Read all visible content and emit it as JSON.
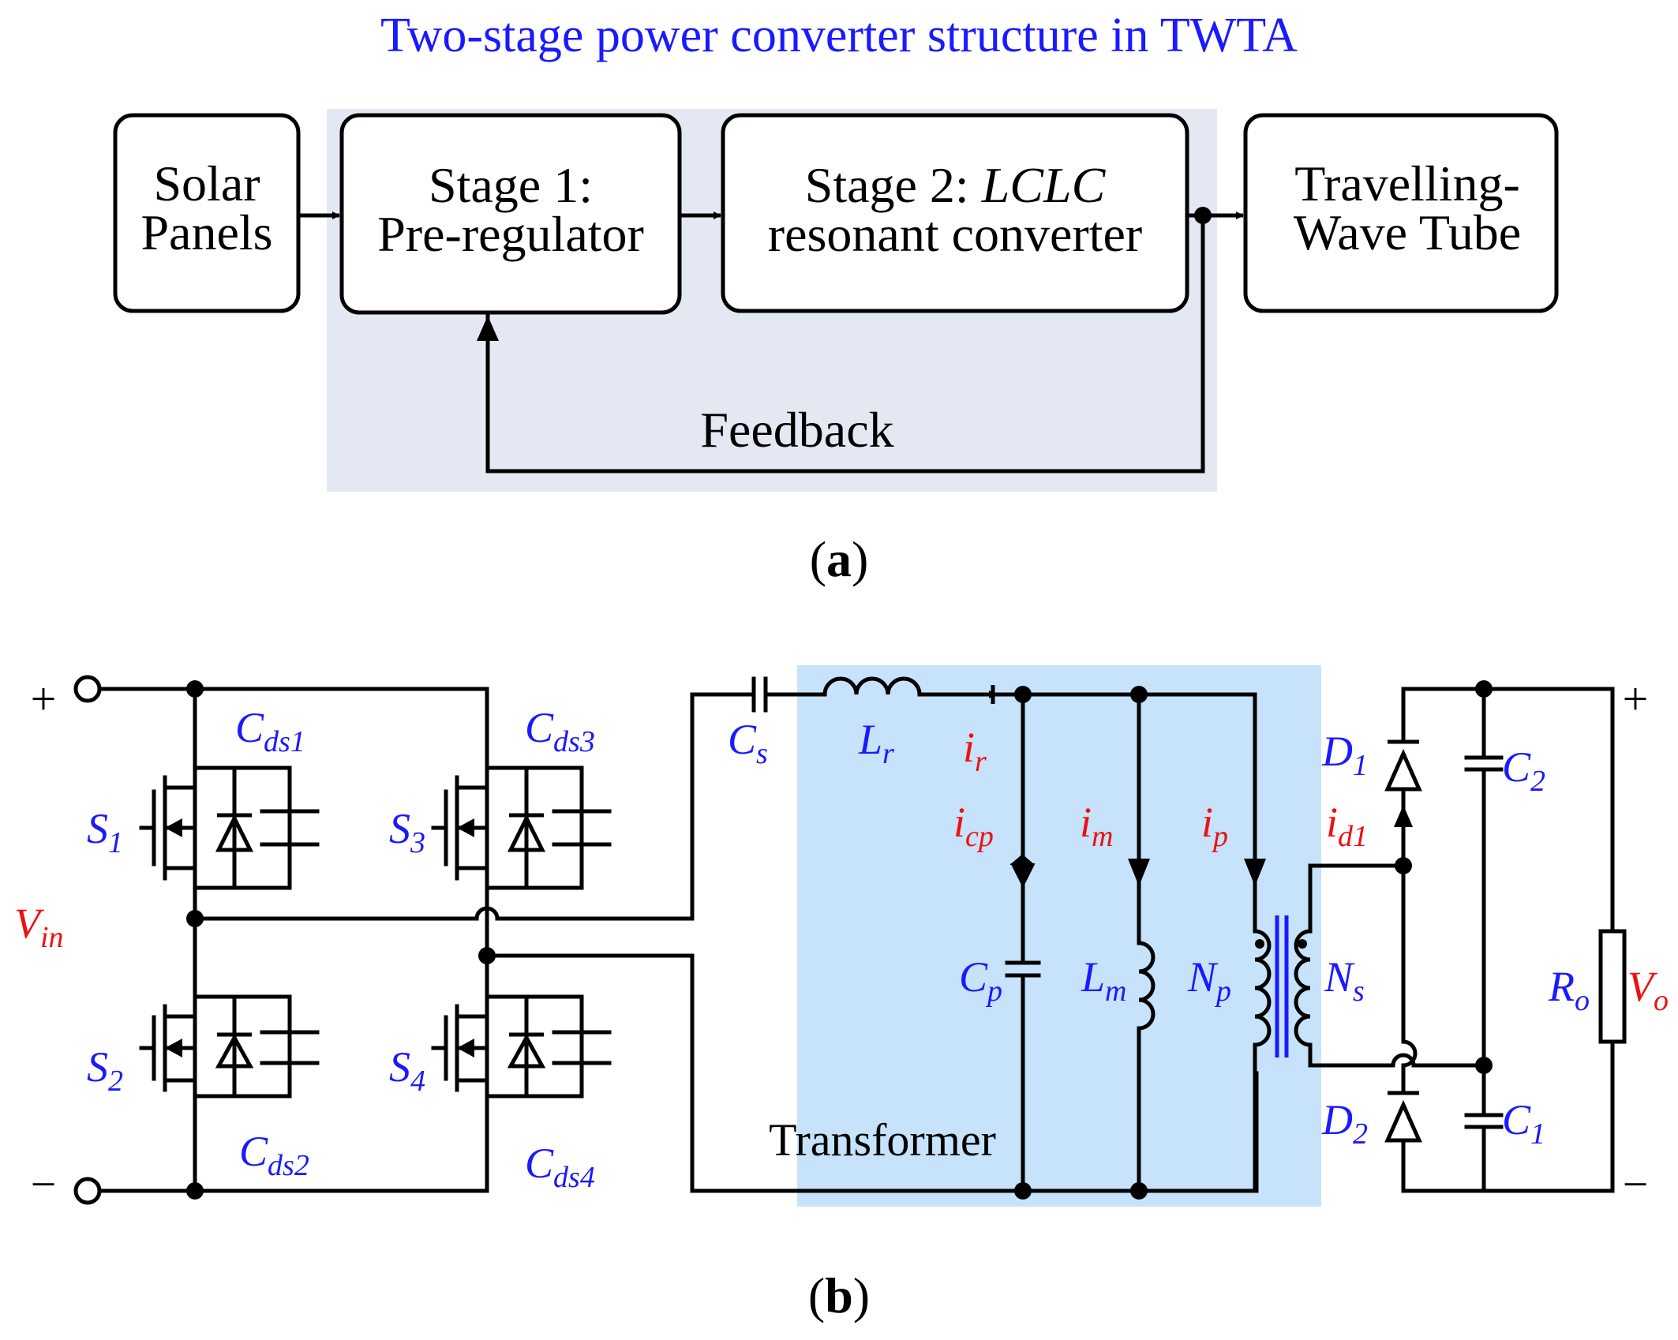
{
  "part_a": {
    "title": "Two-stage power converter structure in TWTA",
    "blocks": {
      "solar": [
        "Solar",
        "Panels"
      ],
      "stage1": [
        "Stage 1:",
        "Pre-regulator"
      ],
      "stage2_prefix": "Stage 2: ",
      "stage2_italic": "LCLC",
      "stage2_line2": "resonant converter",
      "twt": [
        "Travelling-",
        "Wave Tube"
      ]
    },
    "feedback_label": "Feedback",
    "caption_open": "(",
    "caption_letter": "a",
    "caption_close": ")"
  },
  "part_b": {
    "transformer_label": "Transformer",
    "plus": "+",
    "minus": "−",
    "labels": {
      "vin": [
        "V",
        "in"
      ],
      "vo": [
        "V",
        "o"
      ],
      "s1": [
        "S",
        "1"
      ],
      "s2": [
        "S",
        "2"
      ],
      "s3": [
        "S",
        "3"
      ],
      "s4": [
        "S",
        "4"
      ],
      "cds1": [
        "C",
        "ds",
        "1"
      ],
      "cds2": [
        "C",
        "ds2",
        ""
      ],
      "cds3": [
        "C",
        "ds",
        "3"
      ],
      "cds4": [
        "C",
        "ds",
        "4"
      ],
      "cs": [
        "C",
        "s"
      ],
      "lr": [
        "L",
        "r"
      ],
      "cp": [
        "C",
        "p"
      ],
      "lm": [
        "L",
        "m"
      ],
      "np": [
        "N",
        "p"
      ],
      "ns": [
        "N",
        "s"
      ],
      "d1": [
        "D",
        "1"
      ],
      "d2": [
        "D",
        "2"
      ],
      "c1": [
        "C",
        "1"
      ],
      "c2": [
        "C",
        "2"
      ],
      "ro": [
        "R",
        "o"
      ],
      "ir": [
        "i",
        "r"
      ],
      "icp": [
        "i",
        "cp"
      ],
      "im": [
        "i",
        "m"
      ],
      "ip": [
        "i",
        "p"
      ],
      "id1": [
        "i",
        "d1"
      ]
    },
    "caption_open": "(",
    "caption_letter": "b",
    "caption_close": ")"
  },
  "colors": {
    "title_blue": "#1a1aff",
    "label_blue": "#1a1aff",
    "current_red": "#ee1111",
    "shade_a": "#e4e8f3",
    "shade_b": "#c6e3fb"
  }
}
